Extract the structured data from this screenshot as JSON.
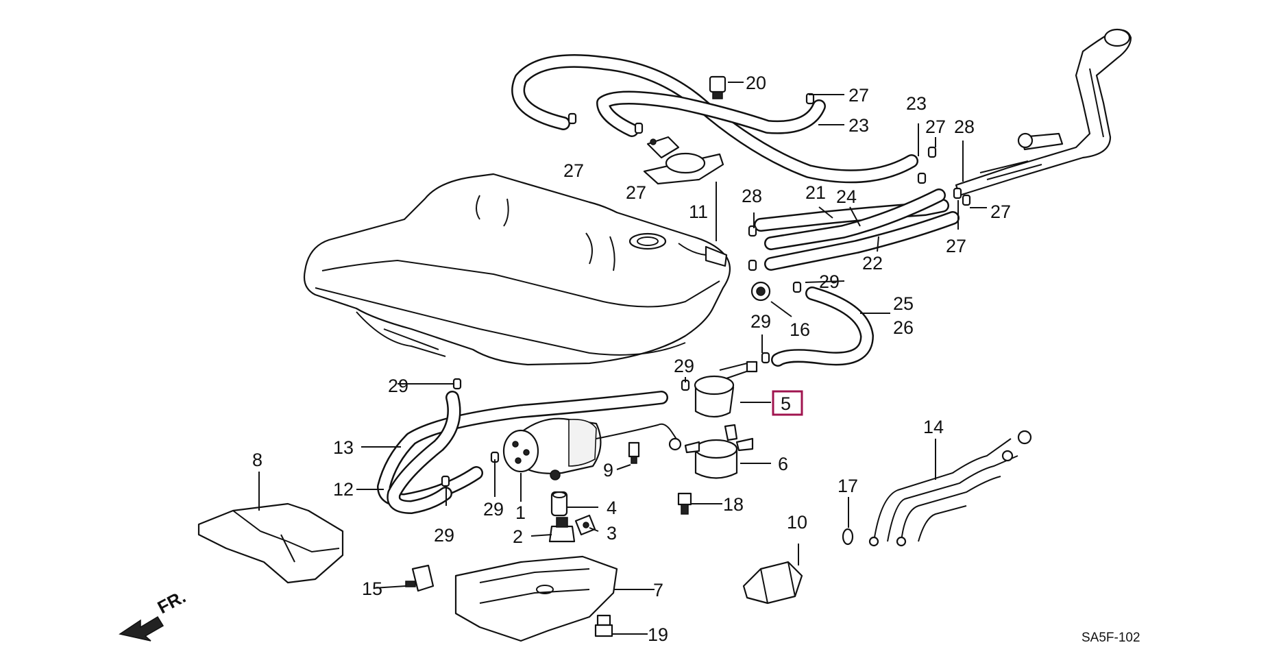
{
  "diagram_code": "SA5F-102",
  "direction_label": "FR.",
  "highlight_color": "#a0144f",
  "highlighted_part": "5",
  "callouts": [
    {
      "id": "c1",
      "label": "1"
    },
    {
      "id": "c2",
      "label": "2"
    },
    {
      "id": "c3",
      "label": "3"
    },
    {
      "id": "c4",
      "label": "4"
    },
    {
      "id": "c5",
      "label": "5"
    },
    {
      "id": "c6",
      "label": "6"
    },
    {
      "id": "c7",
      "label": "7"
    },
    {
      "id": "c8",
      "label": "8"
    },
    {
      "id": "c9",
      "label": "9"
    },
    {
      "id": "c10",
      "label": "10"
    },
    {
      "id": "c11",
      "label": "11"
    },
    {
      "id": "c12",
      "label": "12"
    },
    {
      "id": "c13",
      "label": "13"
    },
    {
      "id": "c14",
      "label": "14"
    },
    {
      "id": "c15",
      "label": "15"
    },
    {
      "id": "c16",
      "label": "16"
    },
    {
      "id": "c17",
      "label": "17"
    },
    {
      "id": "c18",
      "label": "18"
    },
    {
      "id": "c19",
      "label": "19"
    },
    {
      "id": "c20",
      "label": "20"
    },
    {
      "id": "c21",
      "label": "21"
    },
    {
      "id": "c22",
      "label": "22"
    },
    {
      "id": "c23a",
      "label": "23"
    },
    {
      "id": "c23b",
      "label": "23"
    },
    {
      "id": "c24",
      "label": "24"
    },
    {
      "id": "c25",
      "label": "25"
    },
    {
      "id": "c26",
      "label": "26"
    },
    {
      "id": "c27a",
      "label": "27"
    },
    {
      "id": "c27b",
      "label": "27"
    },
    {
      "id": "c27c",
      "label": "27"
    },
    {
      "id": "c27d",
      "label": "27"
    },
    {
      "id": "c27e",
      "label": "27"
    },
    {
      "id": "c27f",
      "label": "27"
    },
    {
      "id": "c28a",
      "label": "28"
    },
    {
      "id": "c28b",
      "label": "28"
    },
    {
      "id": "c29a",
      "label": "29"
    },
    {
      "id": "c29b",
      "label": "29"
    },
    {
      "id": "c29c",
      "label": "29"
    },
    {
      "id": "c29d",
      "label": "29"
    },
    {
      "id": "c29e",
      "label": "29"
    },
    {
      "id": "c29f",
      "label": "29"
    }
  ]
}
